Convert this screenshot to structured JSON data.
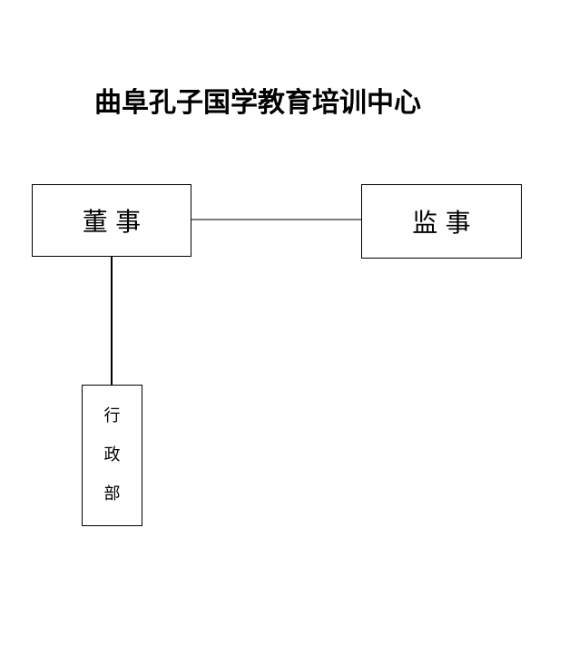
{
  "diagram": {
    "title": "曲阜孔子国学教育培训中心",
    "nodes": [
      {
        "id": "dongshi",
        "label": "董事"
      },
      {
        "id": "jianshi",
        "label": "监事"
      },
      {
        "id": "xingzhengbu",
        "label": "行政部",
        "orientation": "vertical",
        "chars": [
          "行",
          "政",
          "部"
        ]
      }
    ],
    "edges": [
      {
        "from": "dongshi",
        "to": "jianshi",
        "type": "horizontal",
        "color": "#7f7f7f"
      },
      {
        "from": "dongshi",
        "to": "xingzhengbu",
        "type": "vertical",
        "color": "#000000"
      }
    ],
    "colors": {
      "background": "#ffffff",
      "text": "#000000",
      "node_border": "#000000",
      "connector_horizontal": "#7f7f7f",
      "connector_vertical": "#000000"
    }
  }
}
